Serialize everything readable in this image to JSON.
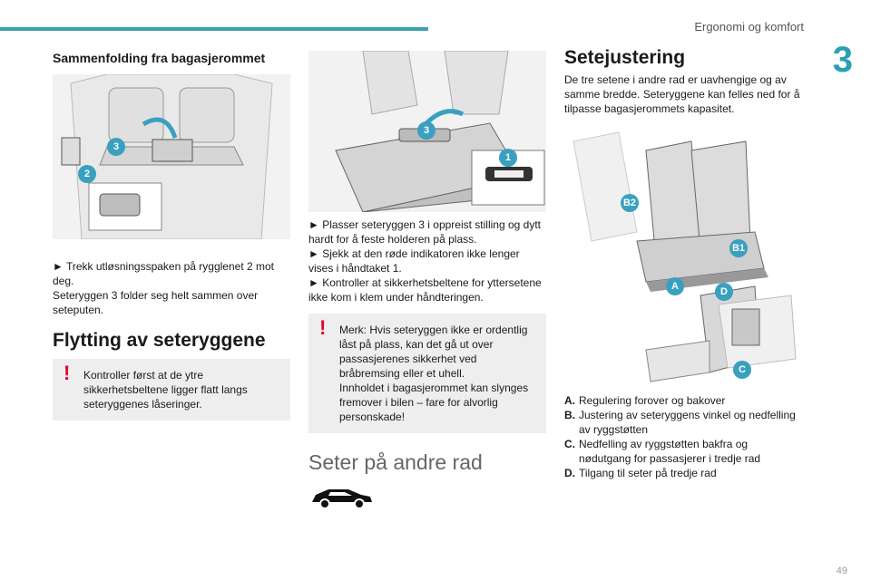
{
  "header": {
    "title": "Ergonomi og komfort",
    "chapter": "3"
  },
  "footer": {
    "page": "49"
  },
  "col1": {
    "heading": "Sammenfolding fra bagasjerommet",
    "callouts": [
      "2",
      "3"
    ],
    "bullet": "► Trekk utløsningsspaken på rygglenet 2 mot deg.",
    "text": "Seteryggen 3 folder seg helt sammen over seteputen.",
    "section": "Flytting av seteryggene",
    "warning": "Kontroller først at de ytre sikkerhetsbeltene ligger flatt langs seteryggenes låseringer."
  },
  "col2": {
    "callouts": [
      "3",
      "1"
    ],
    "bullets": [
      "► Plasser seteryggen 3 i oppreist stilling og dytt hardt for å feste holderen på plass.",
      "► Sjekk at den røde indikatoren ikke lenger vises i håndtaket 1.",
      "► Kontroller at sikkerhetsbeltene for yttersetene ikke kom i klem under håndteringen."
    ],
    "warning_lines": [
      "Merk: Hvis seteryggen ikke er ordentlig låst på plass, kan det gå ut over passasjerenes sikkerhet ved bråbremsing eller et uhell.",
      "Innholdet i bagasjerommet kan slynges fremover i bilen – fare for alvorlig personskade!"
    ],
    "section": "Seter på andre rad"
  },
  "col3": {
    "heading": "Setejustering",
    "intro": "De tre setene i andre rad er uavhengige og av samme bredde. Seteryggene kan felles ned for å tilpasse bagasjerommets kapasitet.",
    "callouts": [
      "B2",
      "B1",
      "A",
      "D",
      "C"
    ],
    "legend": [
      {
        "key": "A.",
        "text": "Regulering forover og bakover"
      },
      {
        "key": "B.",
        "text": "Justering av seteryggens vinkel og nedfelling av ryggstøtten"
      },
      {
        "key": "C.",
        "text": "Nedfelling av ryggstøtten bakfra og nødutgang for passasjerer i tredje rad"
      },
      {
        "key": "D.",
        "text": "Tilgang til seter på tredje rad"
      }
    ]
  },
  "colors": {
    "accent": "#3aa0b0",
    "warning": "#e4002b"
  },
  "icons": [
    "car-silhouette-icon",
    "warning-icon"
  ]
}
